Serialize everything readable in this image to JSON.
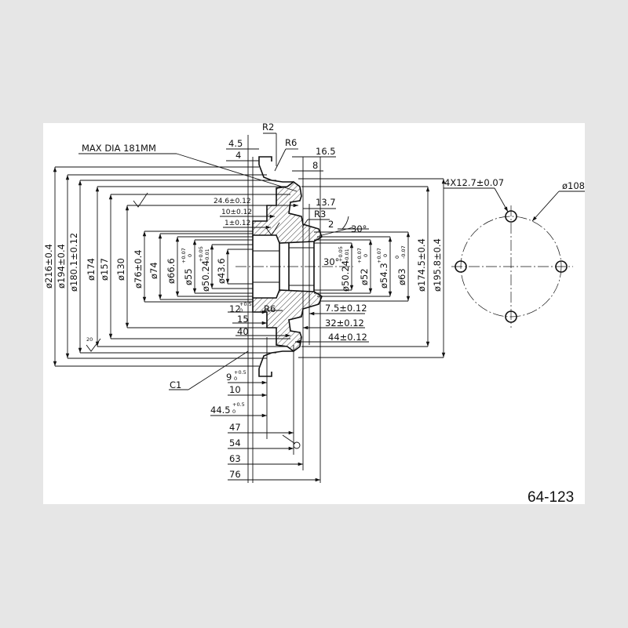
{
  "drawing": {
    "part_number": "64-123",
    "notes": {
      "max_dia": "MAX DIA 181MM",
      "chamfer": "C1"
    },
    "radii": {
      "r2": "R2",
      "r6_top": "R6",
      "r3": "R3",
      "r6_bottom": "R6"
    },
    "angles": {
      "a30_right": "30°",
      "a30_bore": "30°"
    },
    "left_diameters": {
      "d216": "ø216±0.4",
      "d194": "ø194±0.4",
      "d180": "ø180.1±0.12",
      "d174": "ø174",
      "d157": "ø157",
      "d130": "ø130",
      "d76": "ø76±0.4",
      "d74": "ø74",
      "d66": "ø66.6",
      "d55": "ø55",
      "d55_tol_up": "+0.07",
      "d55_tol_low": "0",
      "d50": "ø50.24",
      "d50_tol_up": "+0.05",
      "d50_tol_low": "-0.01",
      "d43": "ø43.6"
    },
    "right_diameters": {
      "d50": "ø50.24",
      "d50_tol_up": "+0.05",
      "d50_tol_low": "-0.01",
      "d52": "ø52",
      "d52_tol_up": "+0.07",
      "d52_tol_low": "0",
      "d54": "ø54.3",
      "d54_tol_up": "+0.07",
      "d54_tol_low": "0",
      "d63": "ø63",
      "d63_tol_up": "0",
      "d63_tol_low": "-0.07",
      "d174": "ø174.5±0.4",
      "d195": "ø195.8±0.4"
    },
    "top_dims": {
      "d4_5": "4.5",
      "d4": "4",
      "d16_5": "16.5",
      "d8": "8",
      "d13_7": "13.7",
      "d2": "2"
    },
    "inner_dims": {
      "d24_6": "24.6±0.12",
      "d10": "10±0.12",
      "d1": "1±0.12"
    },
    "lower_left_dims": {
      "d12": "12",
      "d12_tol_up": "+0.5",
      "d12_tol_low": "0",
      "d15": "15",
      "d40": "40"
    },
    "lower_right_dims": {
      "d7_5": "7.5±0.12",
      "d32": "32±0.12",
      "d44": "44±0.12"
    },
    "bottom_dims": {
      "d9": "9",
      "d9_tol_up": "+0.5",
      "d9_tol_low": "0",
      "d10": "10",
      "d44_5": "44.5",
      "d44_5_tol_up": "+0.5",
      "d44_5_tol_low": "0",
      "d47": "47",
      "d54": "54",
      "d63": "63",
      "d76": "76"
    },
    "surface_finish": {
      "roughness": "20"
    },
    "bolt_circle": {
      "holes": "4X12.7±0.07",
      "pcd": "ø108"
    }
  }
}
